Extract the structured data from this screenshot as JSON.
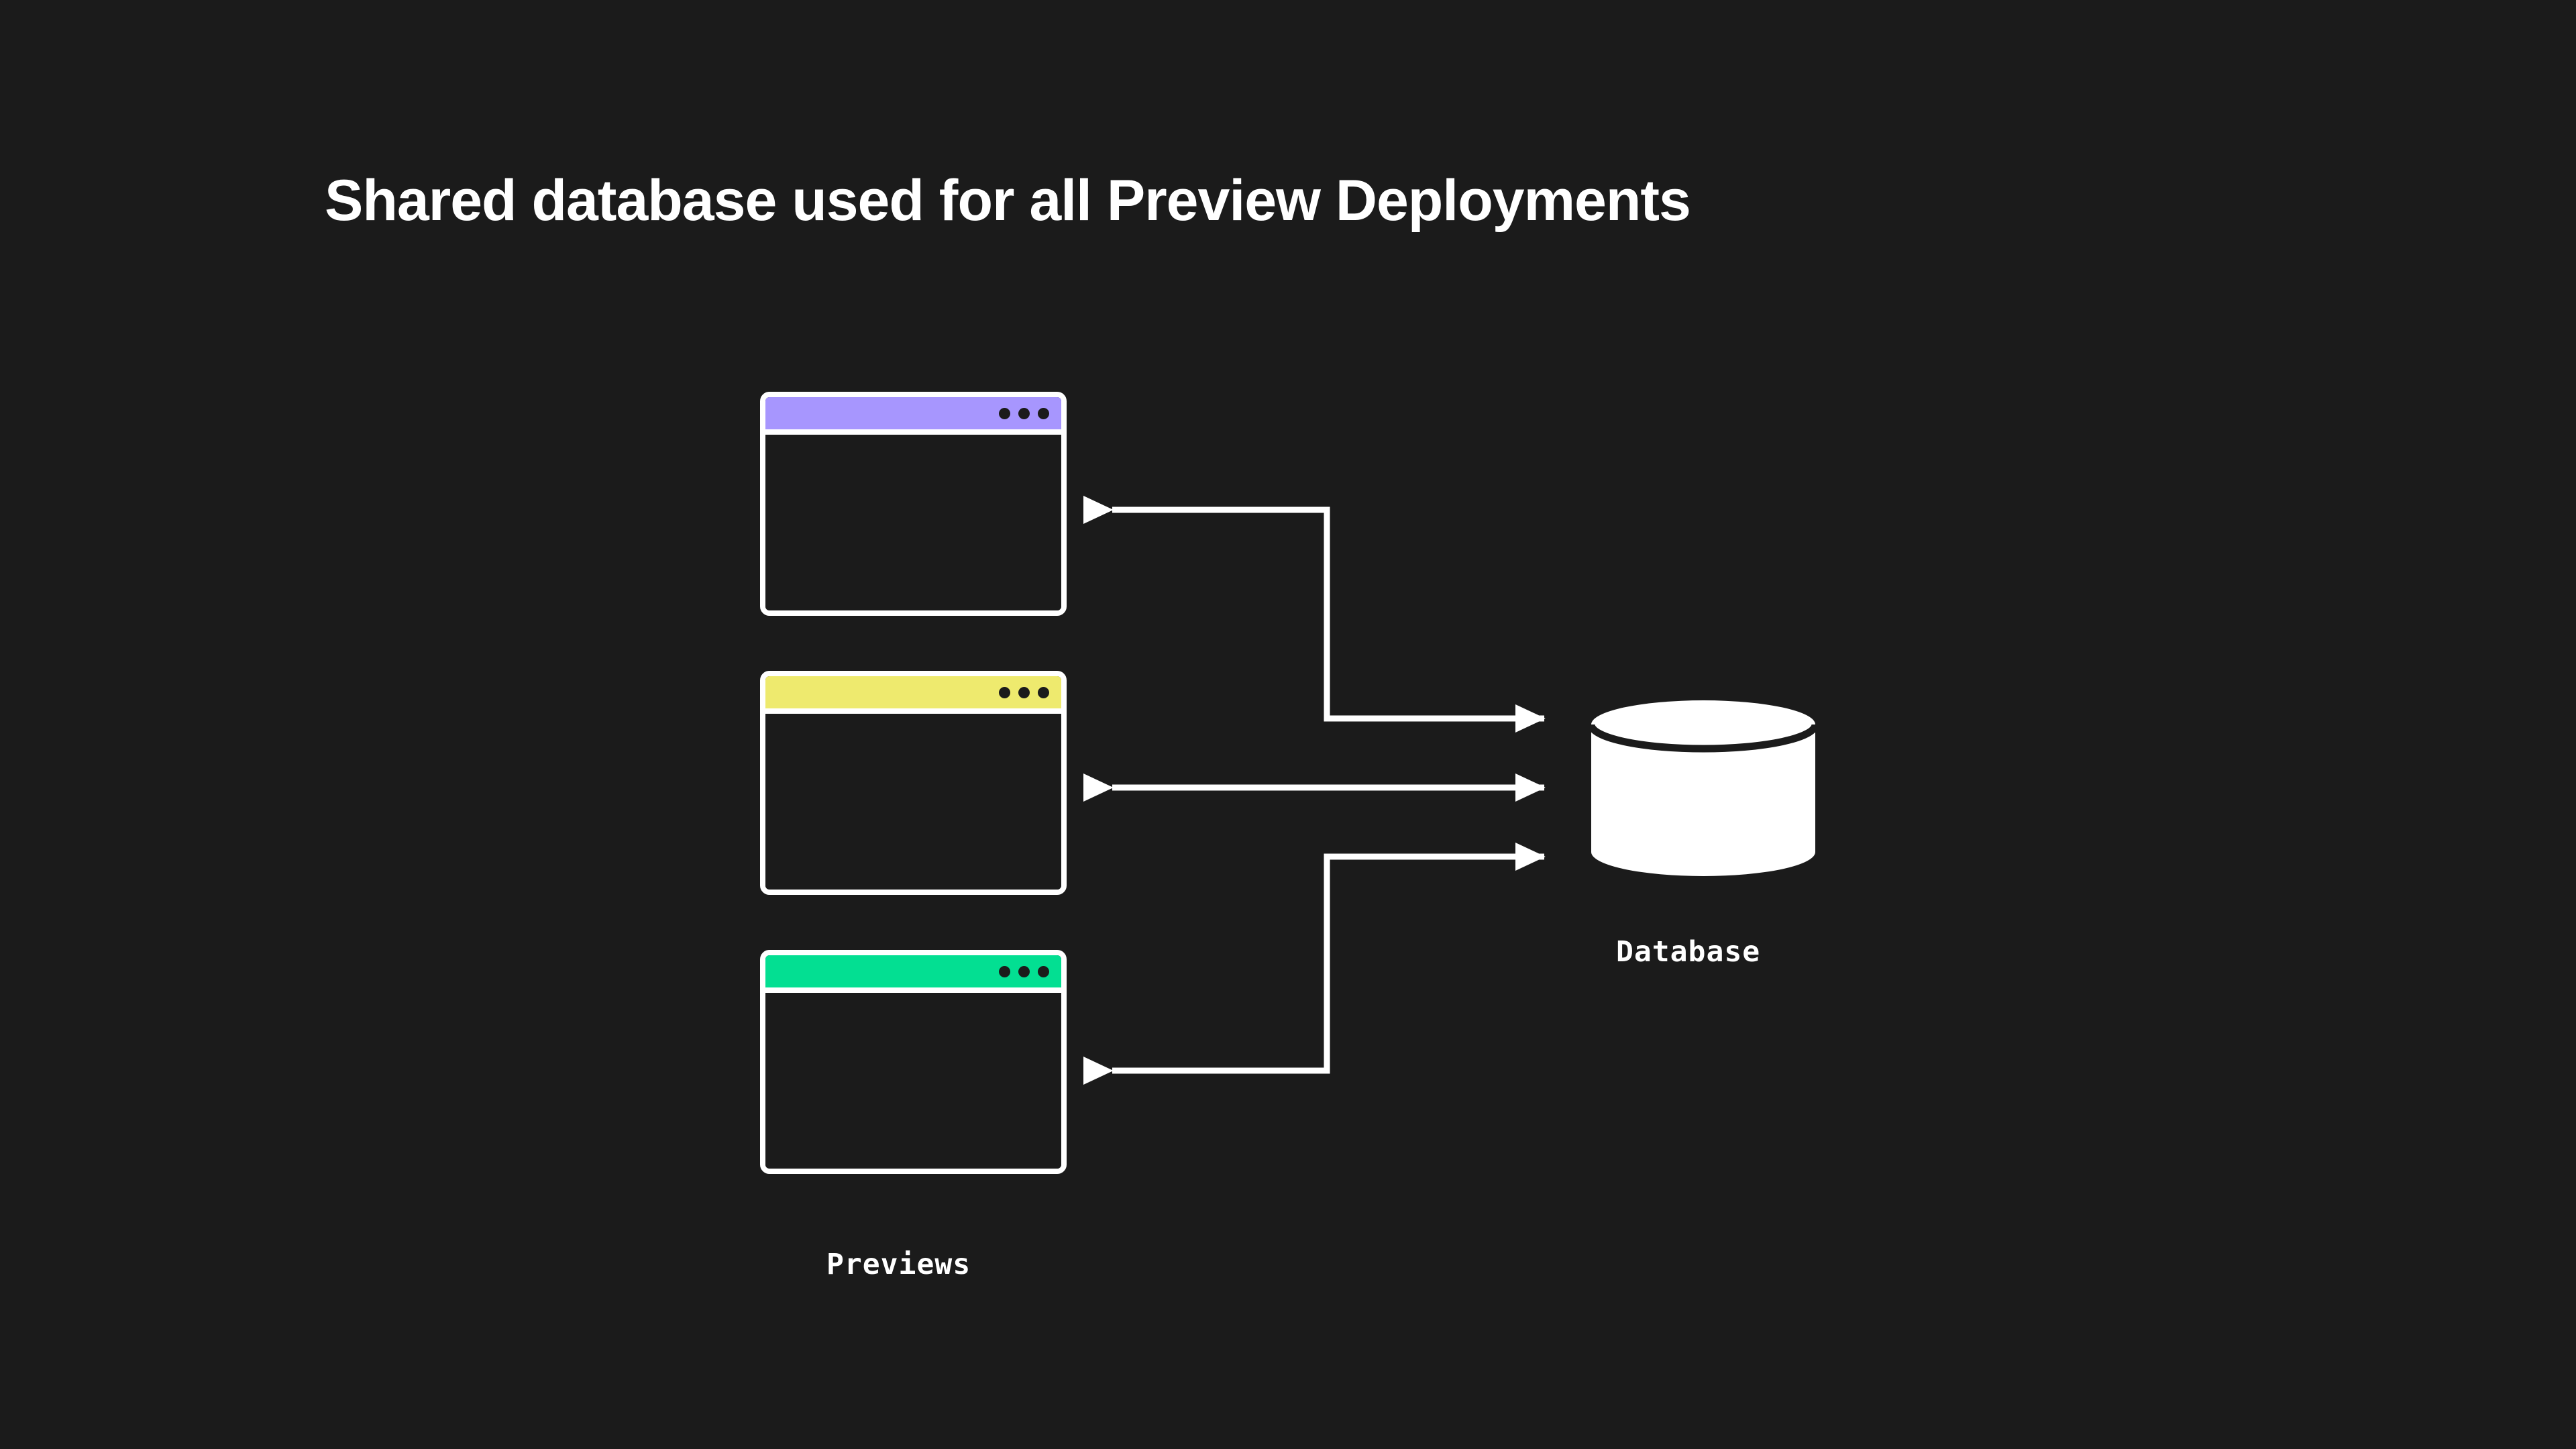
{
  "page": {
    "background_color": "#1b1b1b",
    "title": "Shared database used for all Preview Deployments",
    "title_color": "#ffffff"
  },
  "diagram": {
    "type": "architecture-diagram",
    "stroke_color": "#ffffff",
    "windows": [
      {
        "id": "preview-1",
        "accent_name": "purple",
        "accent_color": "#a796fe",
        "dots": 3
      },
      {
        "id": "preview-2",
        "accent_name": "yellow",
        "accent_color": "#eeea6e",
        "dots": 3
      },
      {
        "id": "preview-3",
        "accent_name": "green",
        "accent_color": "#03df92",
        "dots": 3
      }
    ],
    "database": {
      "label": "Database",
      "fill_color": "#ffffff",
      "icon": "database-cylinder-icon"
    },
    "group_label": "Previews",
    "connections": [
      {
        "from": "database",
        "to": "preview-1",
        "direction": "bidirectional-elbow",
        "description": "elbow connector: arrow into database and arrow into purple preview window"
      },
      {
        "from": "database",
        "to": "preview-2",
        "direction": "bidirectional",
        "description": "straight double-headed arrow between yellow preview window and database"
      },
      {
        "from": "database",
        "to": "preview-3",
        "direction": "bidirectional-elbow",
        "description": "elbow connector: arrow into database and arrow into green preview window"
      }
    ]
  }
}
